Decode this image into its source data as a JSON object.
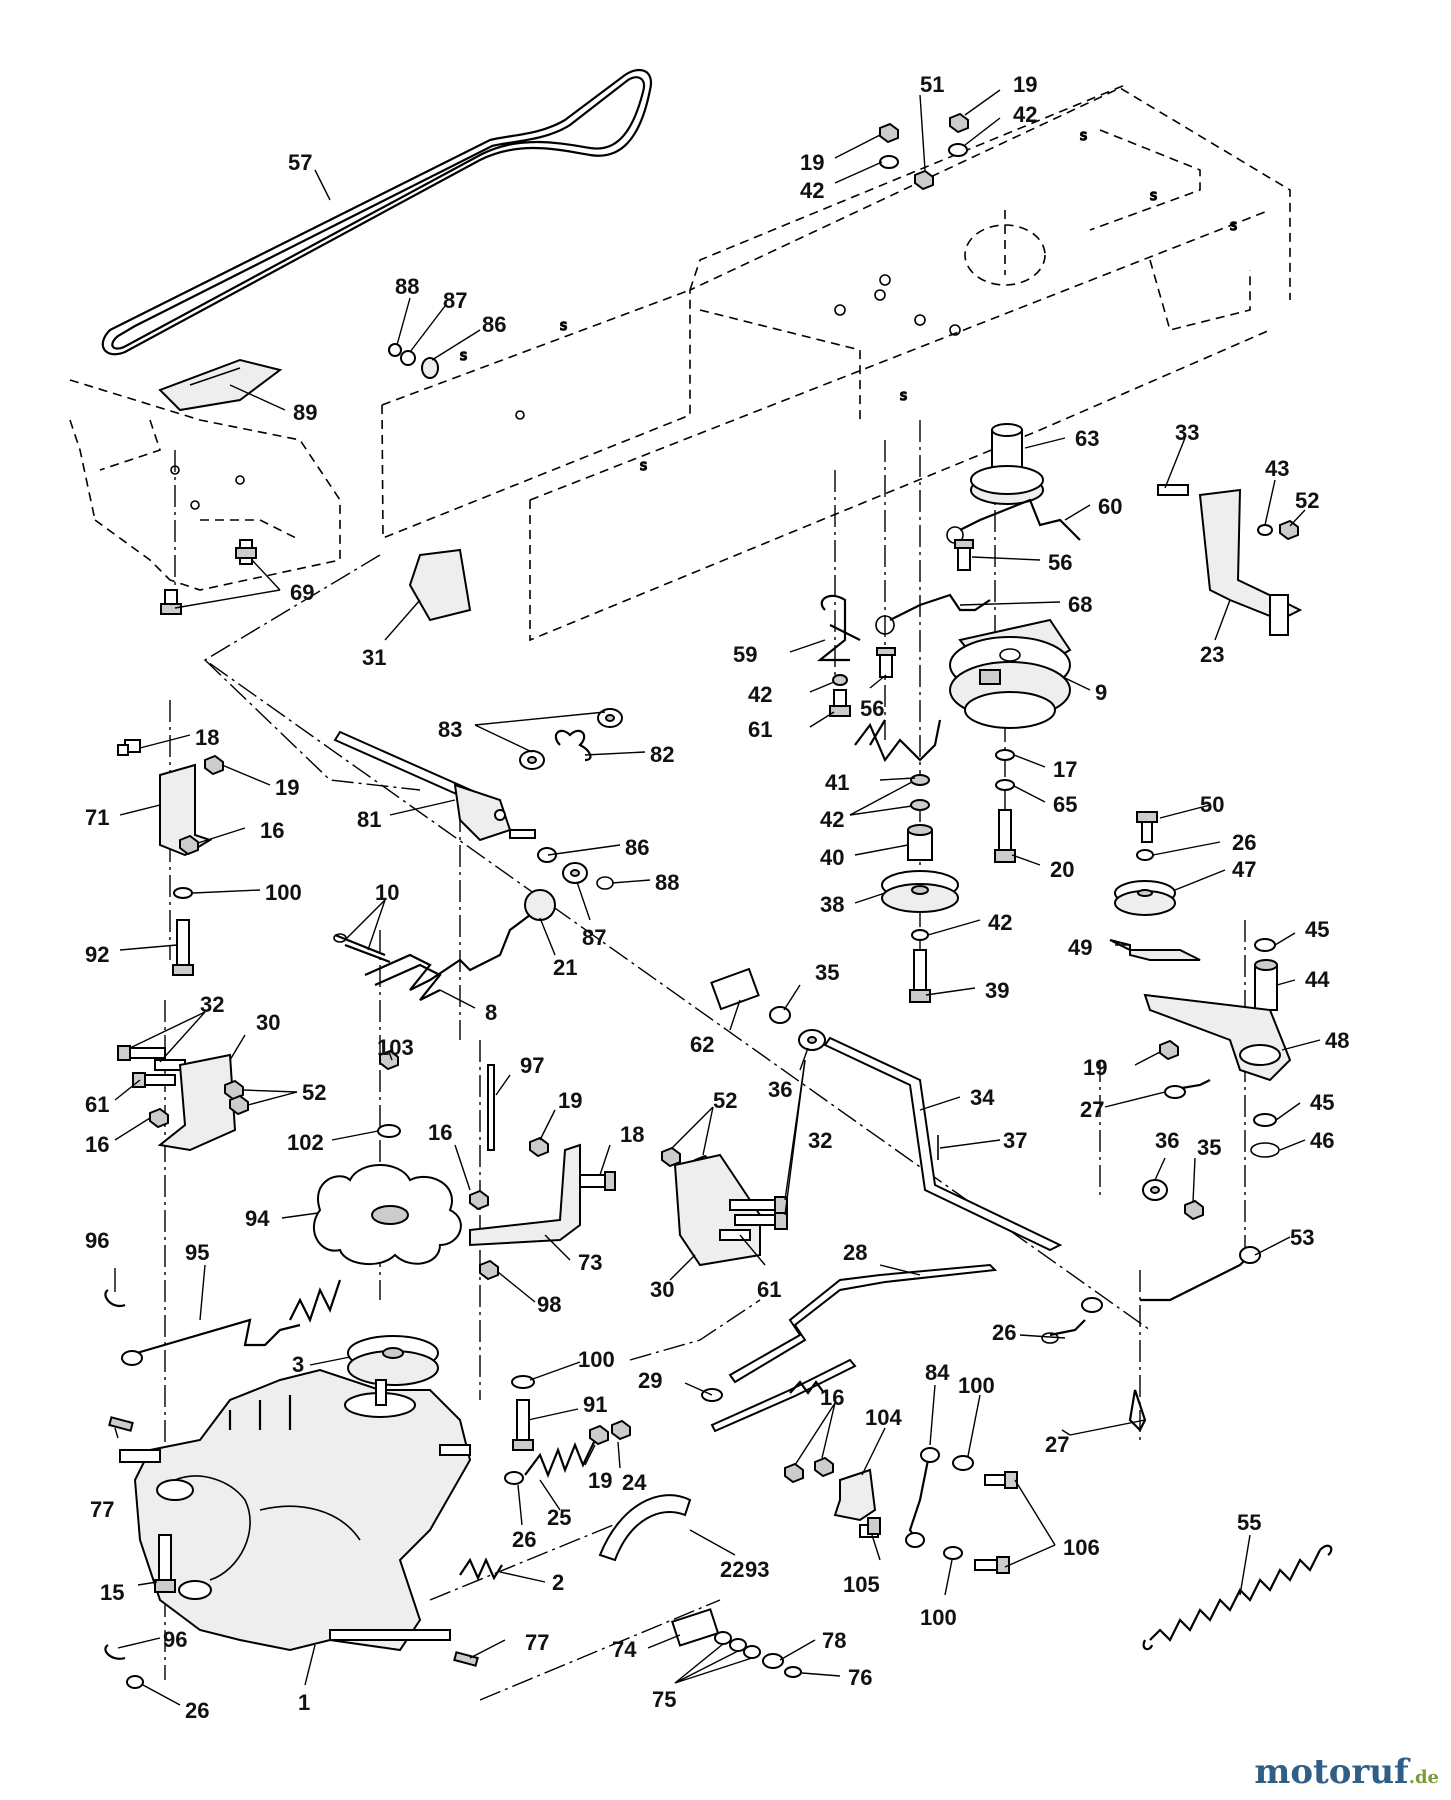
{
  "watermark": {
    "text": "motoruf",
    "suffix": ".de",
    "colors": {
      "main": "#2f5f87",
      "suffix": "#7a9b3a"
    }
  },
  "labels": {
    "l57": "57",
    "l51": "51",
    "l19a": "19",
    "l42a": "42",
    "l19b": "19",
    "l42b": "42",
    "l88a": "88",
    "l87a": "87",
    "l86a": "86",
    "l89": "89",
    "l69": "69",
    "l31": "31",
    "l63": "63",
    "l60": "60",
    "l56a": "56",
    "l68": "68",
    "l59": "59",
    "l42c": "42",
    "l56b": "56",
    "l61a": "61",
    "l9": "9",
    "l33": "33",
    "l43": "43",
    "l52a": "52",
    "l23": "23",
    "l18a": "18",
    "l19c": "19",
    "l71": "71",
    "l16a": "16",
    "l100a": "100",
    "l92": "92",
    "l83": "83",
    "l82": "82",
    "l81": "81",
    "l86b": "86",
    "l88b": "88",
    "l87b": "87",
    "l10": "10",
    "l21": "21",
    "l8": "8",
    "l41": "41",
    "l42d": "42",
    "l40": "40",
    "l38": "38",
    "l42e": "42",
    "l39": "39",
    "l17": "17",
    "l65": "65",
    "l20": "20",
    "l50": "50",
    "l26a": "26",
    "l47": "47",
    "l49": "49",
    "l45a": "45",
    "l44": "44",
    "l48": "48",
    "l19d": "19",
    "l27a": "27",
    "l45b": "45",
    "l46": "46",
    "l32a": "32",
    "l30a": "30",
    "l61b": "61",
    "l52b": "52",
    "l16b": "16",
    "l103": "103",
    "l102": "102",
    "l97": "97",
    "l19e": "19",
    "l16c": "16",
    "l18b": "18",
    "l94": "94",
    "l73": "73",
    "l98": "98",
    "l62": "62",
    "l35a": "35",
    "l36a": "36",
    "l34": "34",
    "l37": "37",
    "l52c": "52",
    "l32b": "32",
    "l30b": "30",
    "l61c": "61",
    "l36b": "36",
    "l35b": "35",
    "l53": "53",
    "l96a": "96",
    "l95": "95",
    "l3": "3",
    "l28": "28",
    "l26b": "26",
    "l100b": "100",
    "l29": "29",
    "l91": "91",
    "l77a": "77",
    "l19f": "19",
    "l24": "24",
    "l16d": "16",
    "l104": "104",
    "l84": "84",
    "l100c": "100",
    "l27b": "27",
    "l25": "25",
    "l26c": "26",
    "l22": "22",
    "l55": "55",
    "l15": "15",
    "l93": "93",
    "l106": "106",
    "l105": "105",
    "l100d": "100",
    "l2": "2",
    "l96b": "96",
    "l77b": "77",
    "l78": "78",
    "l26d": "26",
    "l1": "1",
    "l74": "74",
    "l75": "75",
    "l76": "76"
  }
}
